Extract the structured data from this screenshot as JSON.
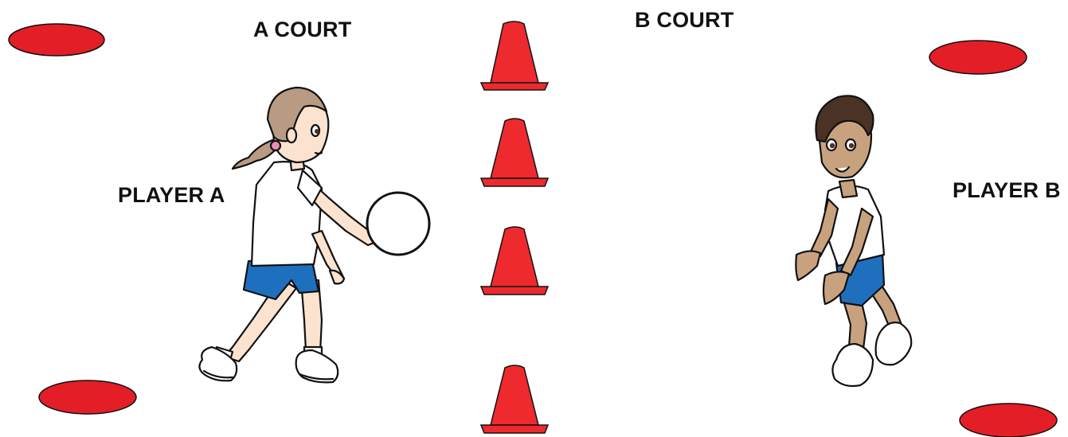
{
  "labels": {
    "court_a": "A COURT",
    "court_b": "B COURT",
    "player_a": "PLAYER A",
    "player_b": "PLAYER B"
  },
  "colors": {
    "marker_red": "#e41e26",
    "cone_red": "#ee2a2e",
    "shirt_white": "#ffffff",
    "shorts_blue": "#1f6fbf",
    "girl_hair": "#b89b82",
    "boy_hair": "#4a3224",
    "boy_skin": "#c8a27f",
    "girl_skin": "#fbe3cf",
    "outline": "#111111"
  },
  "icons": {
    "floor_marker": "red-disc-marker",
    "cone": "traffic-cone",
    "ball": "volleyball"
  }
}
